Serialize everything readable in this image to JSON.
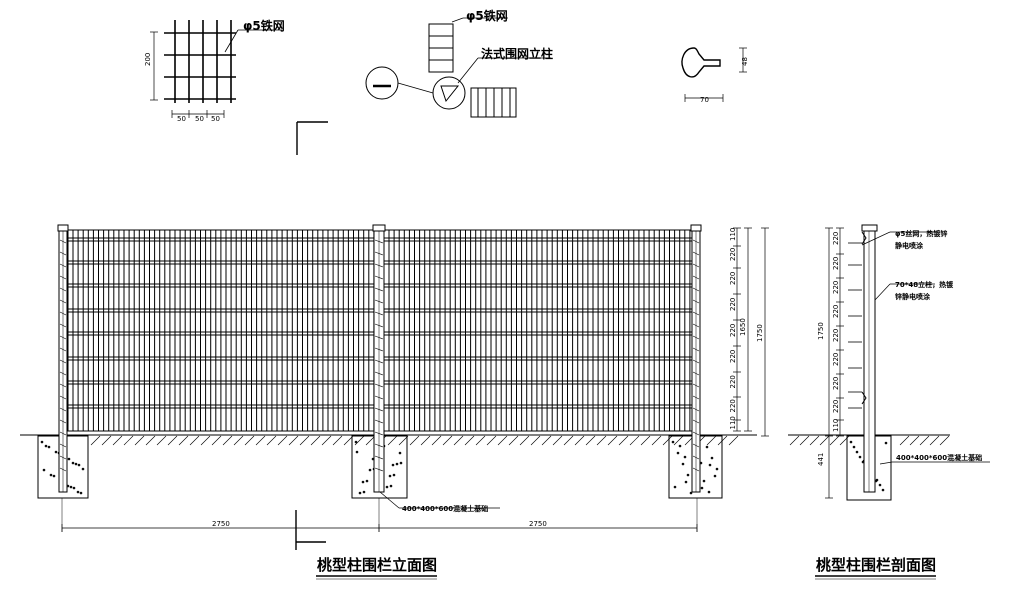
{
  "labels": {
    "mesh_wire_1": "φ5铁网",
    "mesh_wire_2": "φ5铁网",
    "french_post": "法式围网立柱",
    "foundation_elev": "400*400*600混凝土基础",
    "foundation_sec": "400*400*600混凝土基础",
    "sec_note_mesh_1": "φ5丝网，热镀锌",
    "sec_note_mesh_2": "静电喷涂",
    "sec_note_post_1": "70*48立柱，热镀",
    "sec_note_post_2": "锌静电喷涂",
    "title_elevation": "桃型柱围栏立面图",
    "title_section": "桃型柱围栏剖面图"
  },
  "dims": {
    "detail_h": "200",
    "detail_w1": "50",
    "detail_w2": "50",
    "detail_w3": "50",
    "post_w": "70",
    "post_h": "48",
    "span_1": "2750",
    "span_2": "2750",
    "elev_total": "1750",
    "elev_mesh": "1650",
    "elev_chain": [
      "110",
      "220",
      "220",
      "220",
      "220",
      "220",
      "220",
      "220",
      "110",
      "110"
    ],
    "sec_total": "1750",
    "sec_depth": "441",
    "sec_chain": [
      "220",
      "220",
      "220",
      "220",
      "220",
      "220",
      "220",
      "220",
      "110",
      "110"
    ]
  }
}
